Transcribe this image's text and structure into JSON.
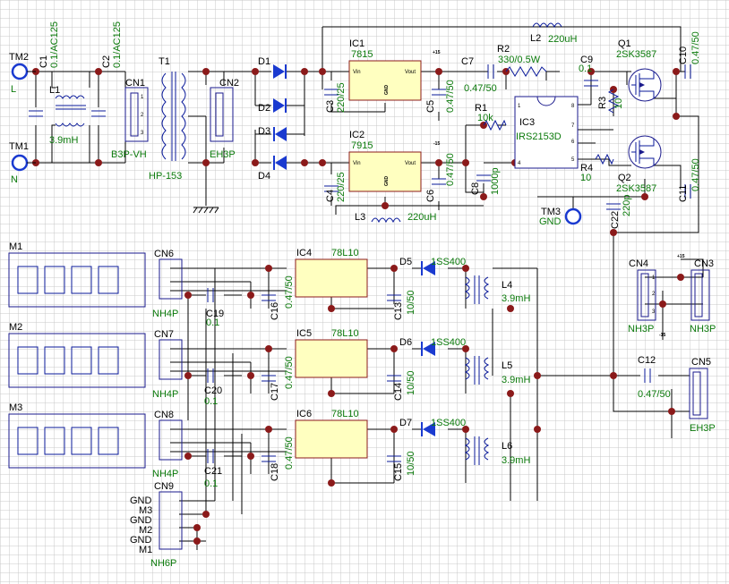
{
  "title": "",
  "colors": {
    "background": "#ffffff",
    "grid": "#c8c8c8",
    "wire": "#000000",
    "part": "#1a1a8c",
    "ic_fill": "#ffffc0",
    "junction": "#8b1a1a",
    "value_text": "#0b7a0b"
  },
  "terminals": {
    "tm2": {
      "ref": "TM2",
      "net": "L"
    },
    "tm1": {
      "ref": "TM1",
      "net": "N"
    },
    "tm3": {
      "ref": "TM3",
      "net": "GND"
    }
  },
  "input": {
    "c1": {
      "ref": "C1",
      "value": "0.1/AC125"
    },
    "c2": {
      "ref": "C2",
      "value": "0.1/AC125"
    },
    "l1": {
      "ref": "L1",
      "value": "3.9mH"
    },
    "cn1": {
      "ref": "CN1",
      "type": "B3P-VH"
    },
    "t1": {
      "ref": "T1",
      "type": "HP-153"
    },
    "cn2": {
      "ref": "CN2",
      "type": "EH3P"
    }
  },
  "rectifier": {
    "d1": "D1",
    "d2": "D2",
    "d3": "D3",
    "d4": "D4",
    "c3": {
      "ref": "C3",
      "value": "220/25"
    },
    "c4": {
      "ref": "C4",
      "value": "220/25"
    }
  },
  "regulators": {
    "ic1": {
      "ref": "IC1",
      "part": "7815",
      "vin": "Vin",
      "vout": "Vout",
      "gnd": "GND"
    },
    "ic2": {
      "ref": "IC2",
      "part": "7915",
      "vin": "Vin",
      "vout": "Vout",
      "gnd": "GND"
    },
    "c5": {
      "ref": "C5",
      "value": "0.47/50"
    },
    "c6": {
      "ref": "C6",
      "value": "0.47/50"
    },
    "plus15": "+15",
    "minus15": "-15"
  },
  "driver": {
    "c7": {
      "ref": "C7",
      "value": "0.47/50"
    },
    "r2": {
      "ref": "R2",
      "value": "330/0.5W"
    },
    "r1": {
      "ref": "R1",
      "value": "10k"
    },
    "c8": {
      "ref": "C8",
      "value": "1000p"
    },
    "l2": {
      "ref": "L2",
      "value": "220uH"
    },
    "l3": {
      "ref": "L3",
      "value": "220uH"
    },
    "ic3": {
      "ref": "IC3",
      "part": "IRS2153D"
    },
    "c9": {
      "ref": "C9",
      "value": "0.1"
    },
    "r3": {
      "ref": "R3",
      "value": "10"
    },
    "r4": {
      "ref": "R4",
      "value": "10"
    },
    "q1": {
      "ref": "Q1",
      "part": "2SK3587"
    },
    "q2": {
      "ref": "Q2",
      "part": "2SK3587"
    },
    "c10": {
      "ref": "C10",
      "value": "0.47/50"
    },
    "c11": {
      "ref": "C11",
      "value": "0.47/50"
    },
    "c22": {
      "ref": "C22",
      "value": "220p"
    }
  },
  "connectors": {
    "cn4": {
      "ref": "CN4",
      "type": "NH3P"
    },
    "cn3": {
      "ref": "CN3",
      "type": "NH3P"
    },
    "cn5": {
      "ref": "CN5",
      "type": "EH3P"
    },
    "c12": {
      "ref": "C12",
      "value": "0.47/50"
    },
    "cn9": {
      "ref": "CN9",
      "type": "NH6P",
      "labels": [
        "GND",
        "M3",
        "GND",
        "M2",
        "GND",
        "M1"
      ]
    }
  },
  "meters": [
    {
      "ref": "M1",
      "cn": "CN6",
      "cn_type": "NH4P",
      "cap": {
        "ref": "C19",
        "value": "0.1"
      },
      "ic": {
        "ref": "IC4",
        "part": "78L10"
      },
      "cin": {
        "ref": "C16",
        "value": "0.47/50"
      },
      "cout": {
        "ref": "C13",
        "value": "10/50"
      },
      "diode": {
        "ref": "D5",
        "part": "1SS400"
      },
      "coil": {
        "ref": "L4",
        "value": "3.9mH"
      }
    },
    {
      "ref": "M2",
      "cn": "CN7",
      "cn_type": "NH4P",
      "cap": {
        "ref": "C20",
        "value": "0.1"
      },
      "ic": {
        "ref": "IC5",
        "part": "78L10"
      },
      "cin": {
        "ref": "C17",
        "value": "0.47/50"
      },
      "cout": {
        "ref": "C14",
        "value": "10/50"
      },
      "diode": {
        "ref": "D6",
        "part": "1SS400"
      },
      "coil": {
        "ref": "L5",
        "value": "3.9mH"
      }
    },
    {
      "ref": "M3",
      "cn": "CN8",
      "cn_type": "NH4P",
      "cap": {
        "ref": "C21",
        "value": "0.1"
      },
      "ic": {
        "ref": "IC6",
        "part": "78L10"
      },
      "cin": {
        "ref": "C18",
        "value": "0.47/50"
      },
      "cout": {
        "ref": "C15",
        "value": "10/50"
      },
      "diode": {
        "ref": "D7",
        "part": "1SS400"
      },
      "coil": {
        "ref": "L6",
        "value": "3.9mH"
      }
    }
  ]
}
